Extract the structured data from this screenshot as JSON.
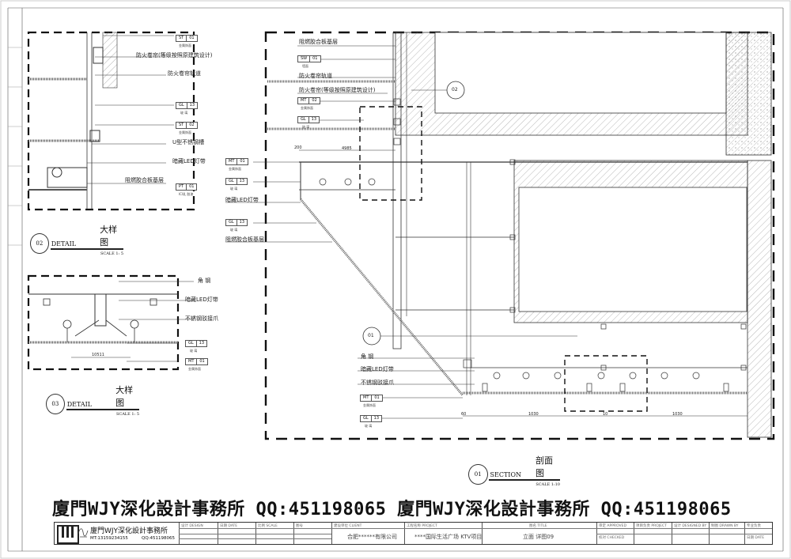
{
  "watermark": "廈門WJY深化設計事務所   QQ:451198065   廈門WJY深化設計事務所  QQ:451198065",
  "detail02": {
    "number": "02",
    "en": "DETAIL",
    "cn": "大样图",
    "scale": "SCALE   1: 5",
    "labels": [
      "防火卷帘(等级按照原建筑设计)",
      "防火卷帘轨道",
      "U型不锈钢槽",
      "暗藏LED灯带",
      "阻燃胶合板基层"
    ],
    "tags": [
      {
        "a": "ST",
        "b": "01",
        "sub": "金属饰面"
      },
      {
        "a": "GL",
        "b": "13",
        "sub": "玻 璃"
      },
      {
        "a": "ST",
        "b": "02",
        "sub": "金属饰面"
      },
      {
        "a": "PT",
        "b": "01",
        "sub": "ICI乳 胶漆"
      }
    ]
  },
  "detail03": {
    "number": "03",
    "en": "DETAIL",
    "cn": "大样图",
    "scale": "SCALE   1: 5",
    "labels": [
      "角 钢",
      "暗藏LED灯带",
      "不锈钢驳接爪"
    ],
    "tags": [
      {
        "a": "GL",
        "b": "13",
        "sub": "玻 璃"
      },
      {
        "a": "MT",
        "b": "01",
        "sub": "金属饰面"
      }
    ],
    "dimension": "10511"
  },
  "section01": {
    "number": "01",
    "en": "SECTION",
    "cn": "剖面图",
    "scale": "SCALE   1:10",
    "callout02": "02",
    "callout01": "01",
    "labels_top": [
      "阻燃胶合板基层",
      "防火卷帘轨道",
      "防火卷帘(等级按照原建筑设计)"
    ],
    "tags_top": [
      {
        "a": "SW",
        "b": "01",
        "sub": "墙面"
      },
      {
        "a": "MT",
        "b": "02",
        "sub": "金属饰面"
      },
      {
        "a": "GL",
        "b": "13",
        "sub": "玻 璃"
      }
    ],
    "labels_left": [
      "暗藏LED灯带",
      "阻燃胶合板基层"
    ],
    "tags_left": [
      {
        "a": "MT",
        "b": "01",
        "sub": "金属饰面"
      },
      {
        "a": "GL",
        "b": "13",
        "sub": "玻 璃"
      },
      {
        "a": "GL",
        "b": "13",
        "sub": "玻 璃"
      }
    ],
    "labels_bottom": [
      "角 钢",
      "暗藏LED灯带",
      "不锈钢驳接爪"
    ],
    "tags_bottom": [
      {
        "a": "MT",
        "b": "01",
        "sub": "金属饰面"
      },
      {
        "a": "GL",
        "b": "13",
        "sub": "玻 璃"
      }
    ],
    "dims": [
      "4985",
      "200",
      "1030",
      "10",
      "1030",
      "60"
    ]
  },
  "title_block": {
    "company": "廈門WJY深化設計事務所",
    "contact": "MT:13159234155",
    "qq": "QQ:451198065",
    "client": "合肥******有限公司",
    "project": "****国际生活广场 KTV项目",
    "drawing": "立面  详图09",
    "headers": [
      "设计 DESIGN",
      "日期 DATE",
      "比例 SCALE",
      "图号",
      "建设单位 CLIENT",
      "工程名称 PROJECT",
      "图名 TITLE",
      "审定 APPROVED",
      "项目负责 PROJECT",
      "设计 DESIGNED BY",
      "制图 DRAWN BY",
      "专业负责",
      "校对 CHECKED",
      "日期 DATE"
    ]
  }
}
